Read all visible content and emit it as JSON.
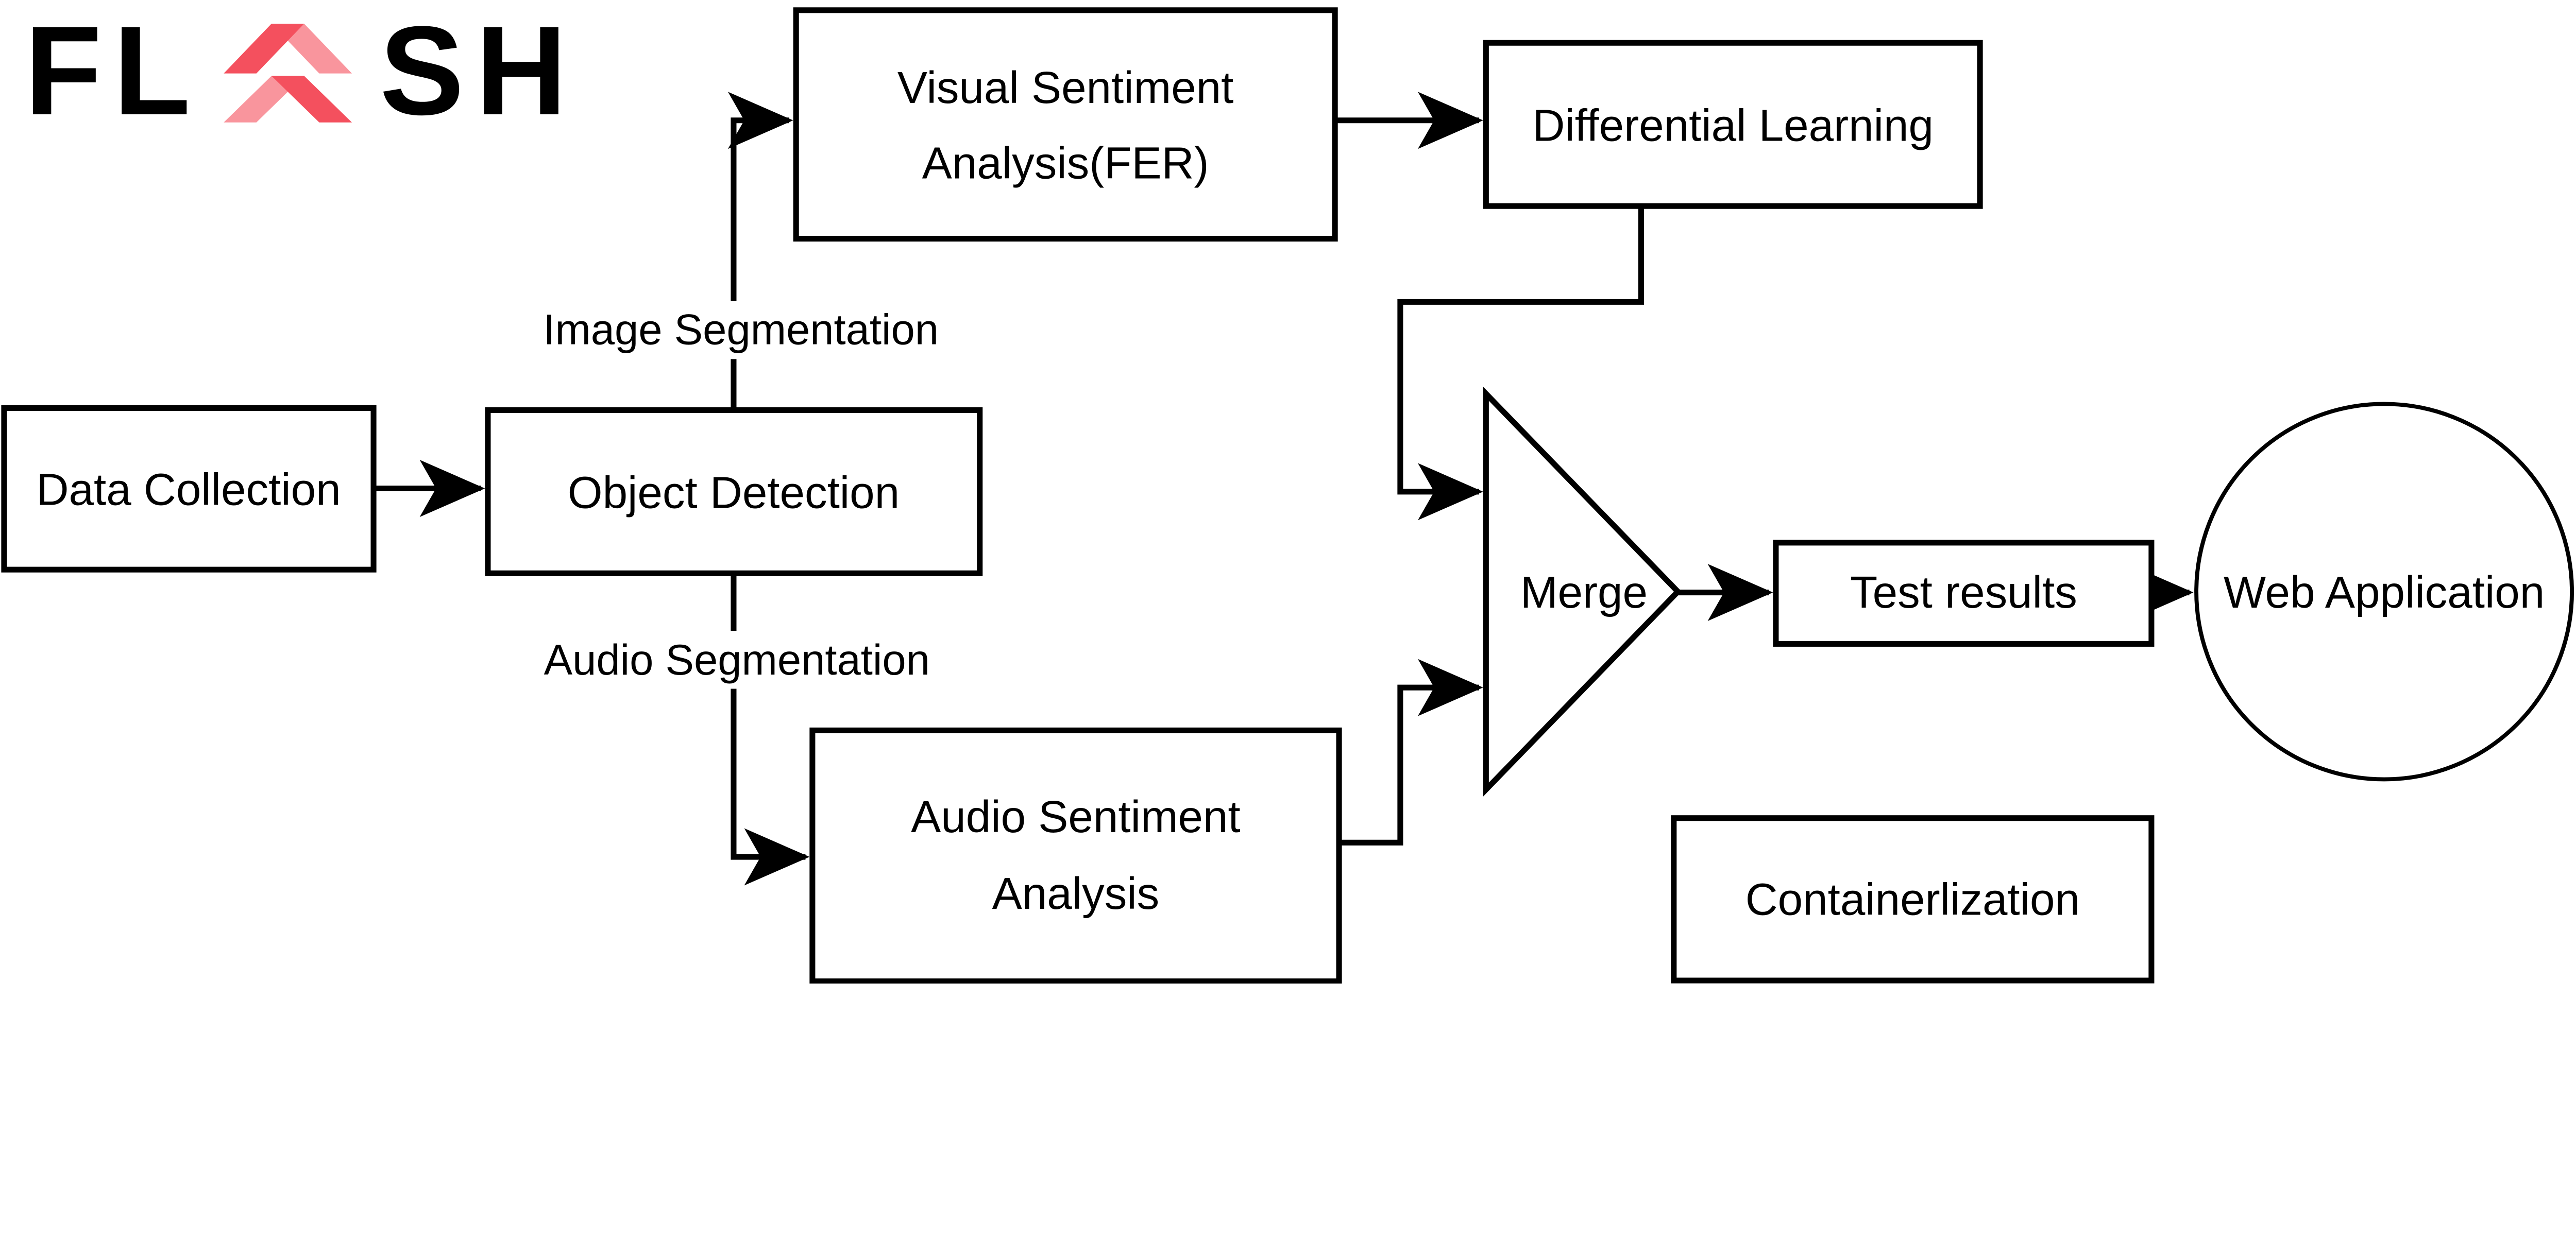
{
  "logo": {
    "name": "FLASH",
    "letters_before_arrow": "FL",
    "letters_after_arrow": "SH",
    "letter_color": "#2b2b33",
    "arrow_dark_red": "#f4505e",
    "arrow_light_pink": "#f9959d"
  },
  "nodes": {
    "data_collection": {
      "label": "Data Collection",
      "shape": "rectangle"
    },
    "object_detection": {
      "label": "Object Detection",
      "shape": "rectangle"
    },
    "visual_sentiment_analysis": {
      "label_line1": "Visual Sentiment",
      "label_line2": "Analysis(FER)",
      "shape": "rectangle"
    },
    "differential_learning": {
      "label": "Differential Learning",
      "shape": "rectangle"
    },
    "audio_sentiment_analysis": {
      "label_line1": "Audio Sentiment",
      "label_line2": "Analysis",
      "shape": "rectangle"
    },
    "merge": {
      "label": "Merge",
      "shape": "triangle"
    },
    "test_results": {
      "label": "Test results",
      "shape": "rectangle"
    },
    "web_application": {
      "label": "Web Application",
      "shape": "circle"
    },
    "containerlization": {
      "label": "Containerlization",
      "shape": "rectangle"
    }
  },
  "edge_labels": {
    "image_segmentation": "Image Segmentation",
    "audio_segmentation": "Audio Segmentation"
  },
  "style": {
    "line_color": "#000000",
    "node_fill": "#ffffff",
    "background": "#ffffff"
  }
}
